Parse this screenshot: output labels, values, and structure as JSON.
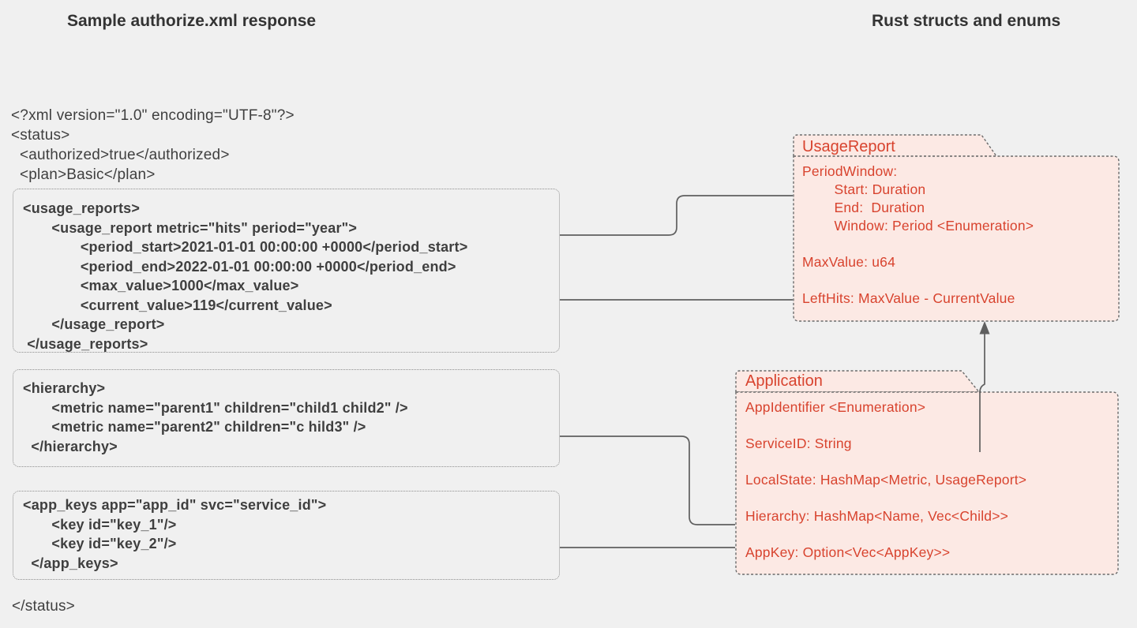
{
  "titles": {
    "left": "Sample authorize.xml response",
    "right": "Rust structs and enums"
  },
  "xml_outside": {
    "prologue": "<?xml version=\"1.0\" encoding=\"UTF-8\"?>\n<status>\n  <authorized>true</authorized>\n  <plan>Basic</plan>",
    "epilogue": "</status>"
  },
  "xml_boxes": {
    "usage_reports": {
      "code": "<usage_reports>\n\t<usage_report metric=\"hits\" period=\"year\">\n\t\t<period_start>2021-01-01 00:00:00 +0000</period_start>\n\t\t<period_end>2022-01-01 00:00:00 +0000</period_end>\n\t\t<max_value>1000</max_value>\n\t\t<current_value>119</current_value>\n\t</usage_report>\n </usage_reports>"
    },
    "hierarchy": {
      "code": "<hierarchy>\n\t<metric name=\"parent1\" children=\"child1 child2\" />\n\t<metric name=\"parent2\" children=\"c hild3\" />\n  </hierarchy>"
    },
    "app_keys": {
      "code": "<app_keys app=\"app_id\" svc=\"service_id\">\n\t<key id=\"key_1\"/>\n\t<key id=\"key_2\"/>\n  </app_keys>"
    }
  },
  "structs": {
    "usage_report": {
      "title": "UsageReport",
      "fields": "PeriodWindow:\n        Start: Duration\n        End:  Duration\n        Window: Period <Enumeration>\n\nMaxValue: u64\n\nLeftHits: MaxValue - CurrentValue"
    },
    "application": {
      "title": "Application",
      "fields": "AppIdentifier <Enumeration>\n\nServiceID: String\n\nLocalState: HashMap<Metric, UsageReport>\n\nHierarchy: HashMap<Name, Vec<Child>>\n\nAppKey: Option<Vec<AppKey>>"
    }
  },
  "colors": {
    "page_bg": "#f0f0f0",
    "heading_text": "#333333",
    "code_text": "#3f3f3f",
    "box_border": "#8f8f8f",
    "struct_fill": "#fce9e4",
    "struct_border": "#6a6a6a",
    "struct_text": "#d8432e",
    "connector": "#5f5f5f"
  }
}
